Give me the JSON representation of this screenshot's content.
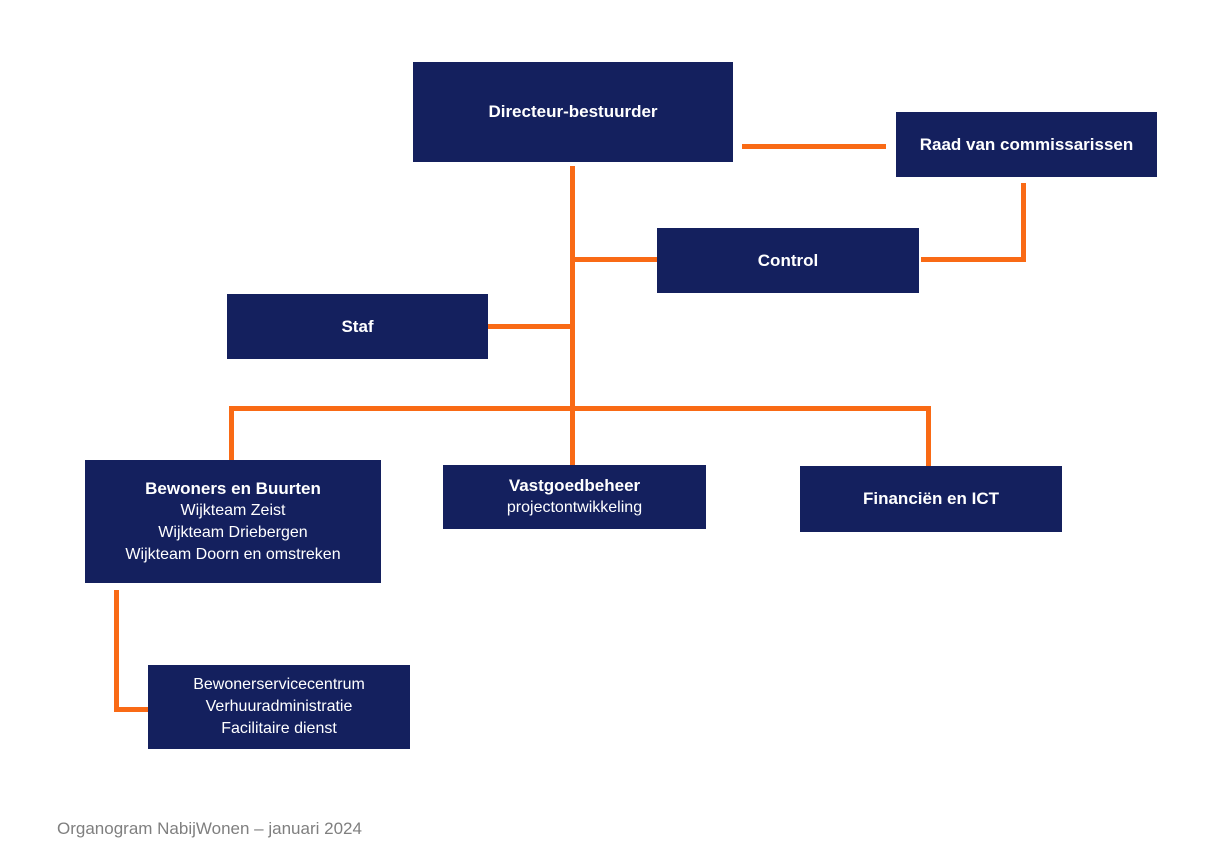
{
  "colors": {
    "box_bg": "#14205E",
    "connector": "#F96A15",
    "box_text": "#FFFFFF",
    "caption_text": "#7F7F7F",
    "background": "#FFFFFF"
  },
  "nodes": {
    "directeur_bestuurder": {
      "title": "Directeur-bestuurder"
    },
    "raad_van_commissarissen": {
      "title": "Raad van commissarissen"
    },
    "control": {
      "title": "Control"
    },
    "staf": {
      "title": "Staf"
    },
    "bewoners_en_buurten": {
      "title": "Bewoners en Buurten",
      "lines": [
        "Wijkteam Zeist",
        "Wijkteam Driebergen",
        "Wijkteam Doorn en omstreken"
      ]
    },
    "vastgoedbeheer": {
      "title": "Vastgoedbeheer",
      "lines": [
        "projectontwikkeling"
      ]
    },
    "financien_en_ict": {
      "title": "Financiën en ICT"
    },
    "bewonerservicecentrum": {
      "lines": [
        "Bewonerservicecentrum",
        "Verhuuradministratie",
        "Facilitaire dienst"
      ]
    }
  },
  "edges": [
    {
      "from": "directeur_bestuurder",
      "to": "raad_van_commissarissen"
    },
    {
      "from": "raad_van_commissarissen",
      "to": "control"
    },
    {
      "from": "directeur_bestuurder",
      "to": "control"
    },
    {
      "from": "directeur_bestuurder",
      "to": "staf"
    },
    {
      "from": "directeur_bestuurder",
      "to": "bewoners_en_buurten"
    },
    {
      "from": "directeur_bestuurder",
      "to": "vastgoedbeheer"
    },
    {
      "from": "directeur_bestuurder",
      "to": "financien_en_ict"
    },
    {
      "from": "bewoners_en_buurten",
      "to": "bewonerservicecentrum"
    }
  ],
  "footer": {
    "caption": "Organogram NabijWonen – januari 2024"
  }
}
